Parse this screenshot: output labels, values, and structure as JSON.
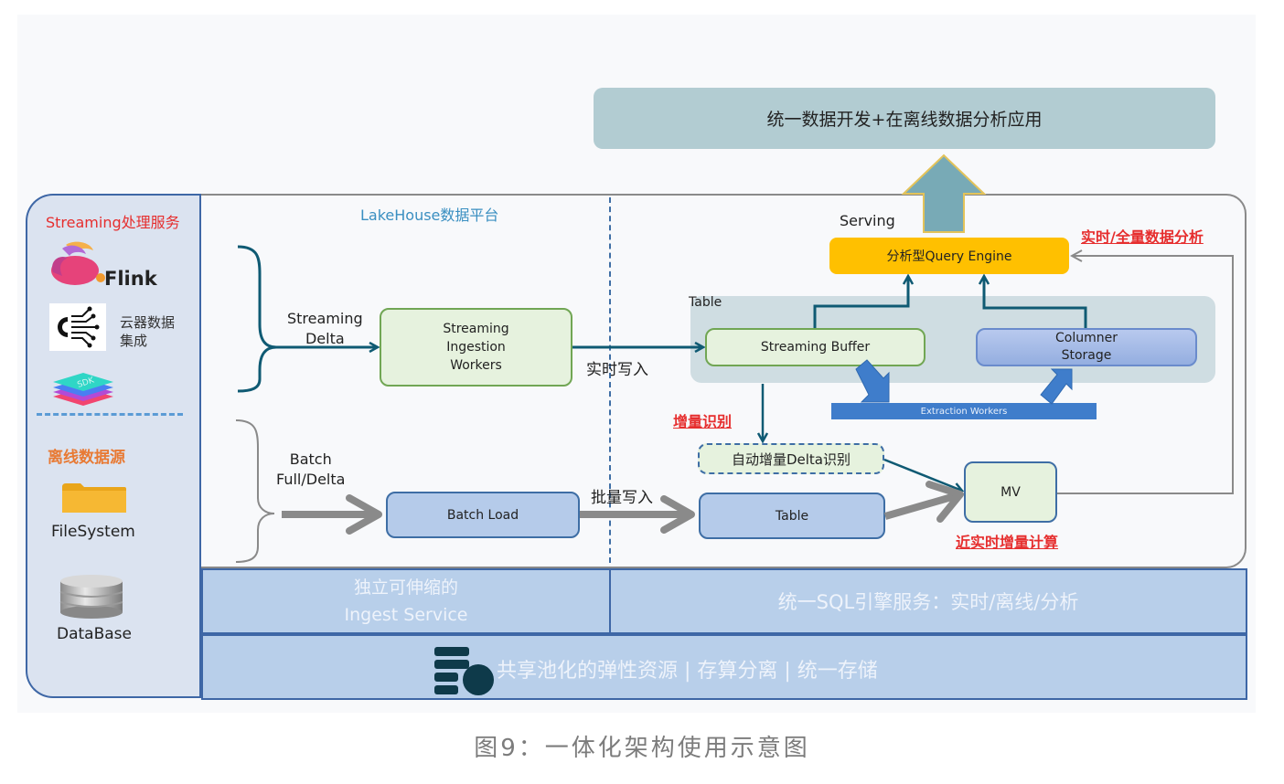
{
  "caption": "图9：一体化架构使用示意图",
  "top_box": {
    "label": "统一数据开发+在离线数据分析应用"
  },
  "left_panel": {
    "streaming_title": "Streaming处理服务",
    "flink_label": "Flink",
    "cloud_integration_label_line1": "云器数据",
    "cloud_integration_label_line2": "集成",
    "sdk_label": "SDK",
    "offline_title": "离线数据源",
    "filesystem_label": "FileSystem",
    "database_label": "DataBase"
  },
  "platform": {
    "title": "LakeHouse数据平台",
    "streaming_delta_line1": "Streaming",
    "streaming_delta_line2": "Delta",
    "batch_line1": "Batch",
    "batch_line2": "Full/Delta",
    "streaming_ingestion_line1": "Streaming",
    "streaming_ingestion_line2": "Ingestion",
    "streaming_ingestion_line3": "Workers",
    "batch_load": "Batch Load",
    "realtime_write": "实时写入",
    "batch_write": "批量写入",
    "serving": "Serving",
    "query_engine": "分析型Query Engine",
    "realtime_full_analysis": "实时/全量数据分析",
    "table_group_label": "Table",
    "streaming_buffer": "Streaming Buffer",
    "columner_line1": "Columner",
    "columner_line2": "Storage",
    "extraction_workers": "Extraction Workers",
    "incremental_detect": "增量识别",
    "auto_delta_detect": "自动增量Delta识别",
    "table": "Table",
    "mv": "MV",
    "near_realtime_compute": "近实时增量计算"
  },
  "bands": {
    "ingest_line1": "独立可伸缩的",
    "ingest_line2": "Ingest Service",
    "sql_engine": "统一SQL引擎服务：实时/离线/分析",
    "resources": "共享池化的弹性资源 | 存算分离 |  统一存储"
  },
  "colors": {
    "accent_red": "#e62e2e",
    "orange": "#e87a34",
    "teal_arrow": "#0f5a73",
    "query_engine_yellow": "#ffc000",
    "band_blue": "#b8cfea"
  }
}
